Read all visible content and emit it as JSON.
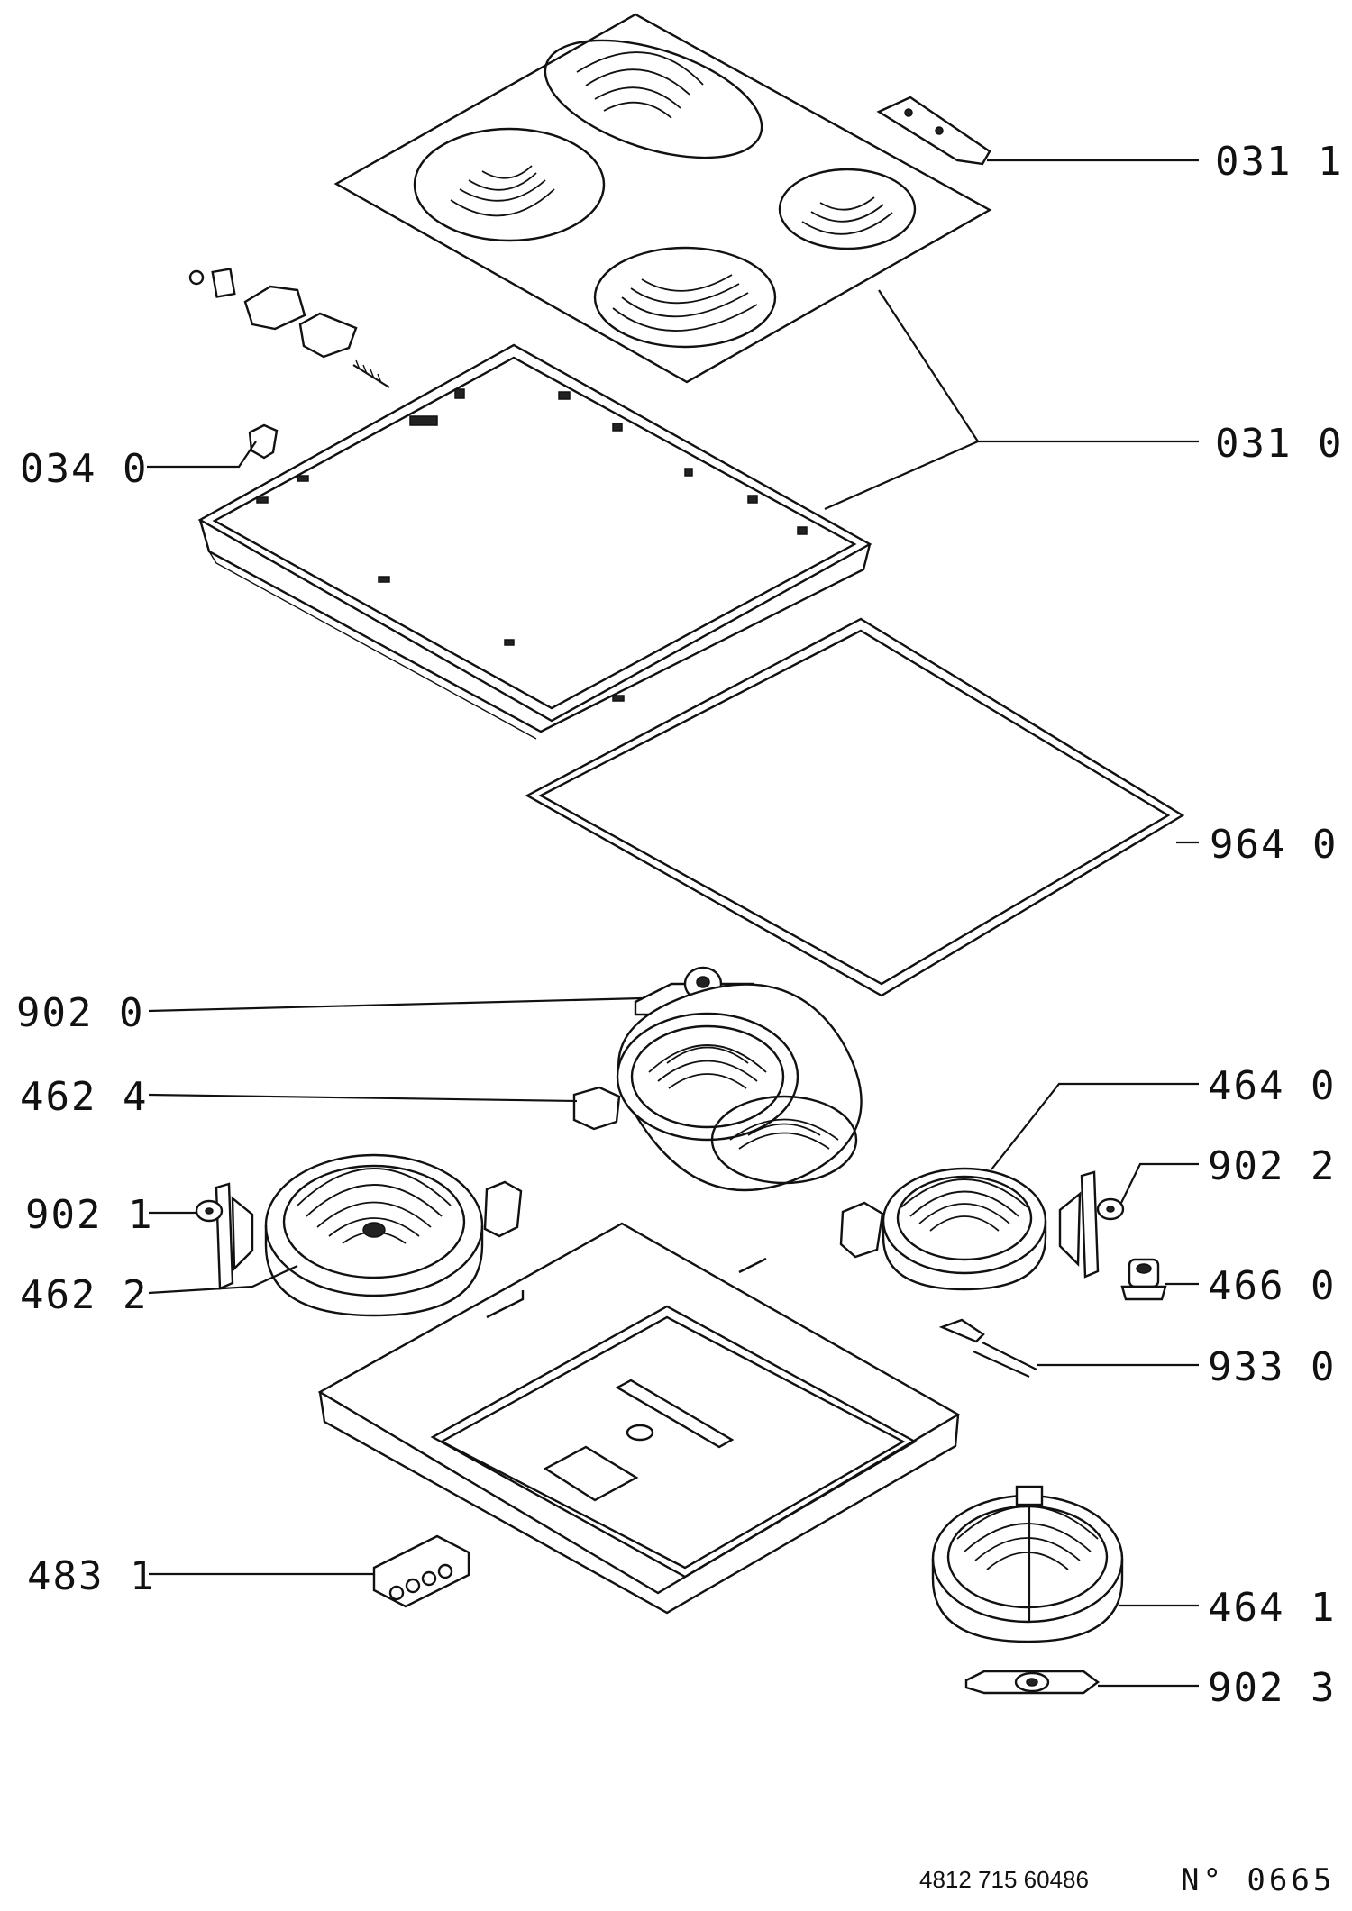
{
  "labels": {
    "l_0311": "031 1",
    "l_0310": "031 0",
    "l_0340": "034 0",
    "l_9640": "964 0",
    "l_9020": "902 0",
    "l_4624": "462 4",
    "l_4640": "464 0",
    "l_9022": "902 2",
    "l_9021": "902 1",
    "l_4622": "462 2",
    "l_4660": "466 0",
    "l_9330": "933 0",
    "l_4831": "483 1",
    "l_4641": "464 1",
    "l_9023": "902 3"
  },
  "footer": {
    "document_code": "4812 715 60486",
    "sheet_number": "N° 0665"
  },
  "colors": {
    "ink": "#111111",
    "paper": "#ffffff"
  }
}
